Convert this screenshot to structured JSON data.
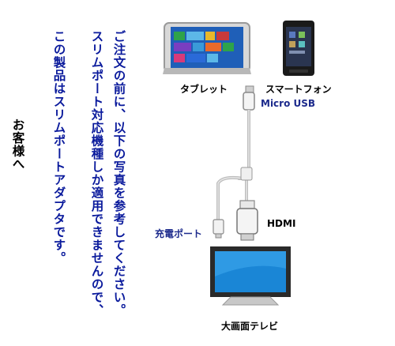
{
  "notice": {
    "lines": [
      "ご注文の前に、以下の写真を参考してください。",
      "スリムポート対応機種しか適用できませんので、",
      "この製品はスリムポートアダプタです。"
    ],
    "greeting": "お客様へ"
  },
  "diagram": {
    "tablet_label": "タブレット",
    "smartphone_label": "スマートフォン",
    "micro_usb_label": "Micro USB",
    "charge_port_label": "充電ポート",
    "hdmi_label": "HDMI",
    "tv_label": "大画面テレビ"
  },
  "colors": {
    "text_blue": "#0a1a9c",
    "label_blue": "#1c2a8c",
    "tv_screen": "#1a86d6",
    "tablet_screen": "#1f5fb8"
  }
}
